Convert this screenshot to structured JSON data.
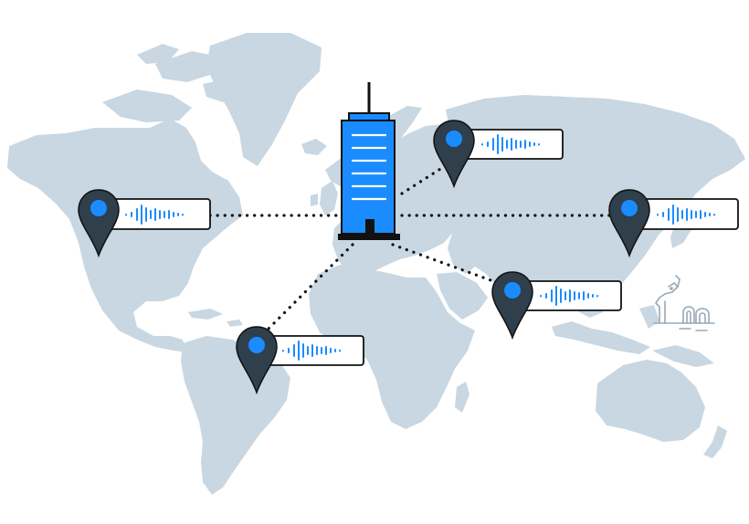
{
  "colors": {
    "background": "#ffffff",
    "land": "#c8d7e1",
    "building": "#1a8cff",
    "building_outline": "#111111",
    "pin_body": "#2f3f4c",
    "pin_dot": "#1a8cff",
    "waveform": "#1a8cff",
    "connector": "#111111",
    "landmark": "#9aa9b5"
  },
  "icons": {
    "headquarters": "skyscraper-icon",
    "location": "map-pin-icon",
    "audio": "audio-waveform-icon",
    "landmark": "loch-ness-monster-icon"
  },
  "locations": [
    {
      "name": "north-america"
    },
    {
      "name": "south-america"
    },
    {
      "name": "northern-europe"
    },
    {
      "name": "east-asia"
    },
    {
      "name": "south-asia"
    }
  ]
}
